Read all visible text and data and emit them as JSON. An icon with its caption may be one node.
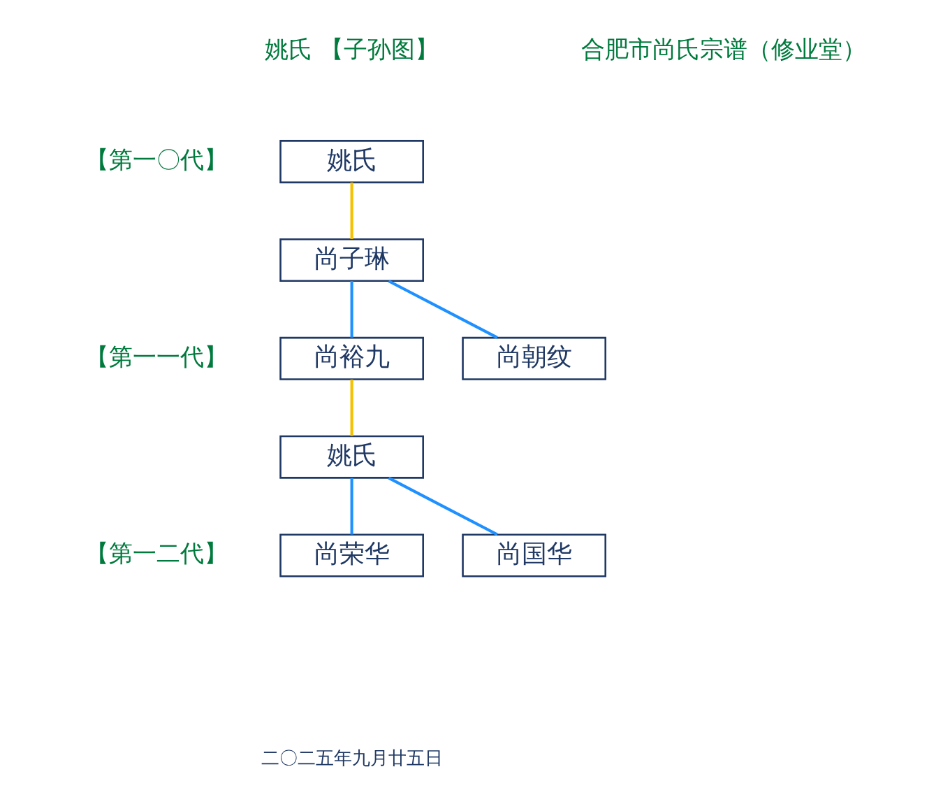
{
  "diagram": {
    "nodes": [
      {
        "text": [
          "姚氏"
        ]
      },
      {
        "text": [
          "尚子琳"
        ]
      },
      {
        "text": [
          "尚朝纹"
        ]
      },
      {
        "text": [
          "尚裕九"
        ]
      },
      {
        "text": [
          "姚氏"
        ]
      },
      {
        "text": [
          "尚国华"
        ]
      },
      {
        "text": [
          "尚荣华"
        ]
      }
    ],
    "edges": [
      {
        "from": 0,
        "to": 1,
        "arrow": "none",
        "color": "#f5c000"
      },
      {
        "from": 1,
        "to": 2,
        "arrow": "none"
      },
      {
        "from": 1,
        "to": 3,
        "arrow": "none"
      },
      {
        "from": 3,
        "to": 4,
        "arrow": "none",
        "color": "#f5c000"
      },
      {
        "from": 4,
        "to": 5,
        "arrow": "none"
      },
      {
        "from": 4,
        "to": 6,
        "arrow": "none"
      }
    ],
    "labels": [
      "姚氏 【子孙图】",
      "合肥市尚氏宗谱（修业堂）",
      "【第一〇代】",
      "【第一一代】",
      "【第一二代】",
      "二〇二五年九月廿五日"
    ]
  }
}
